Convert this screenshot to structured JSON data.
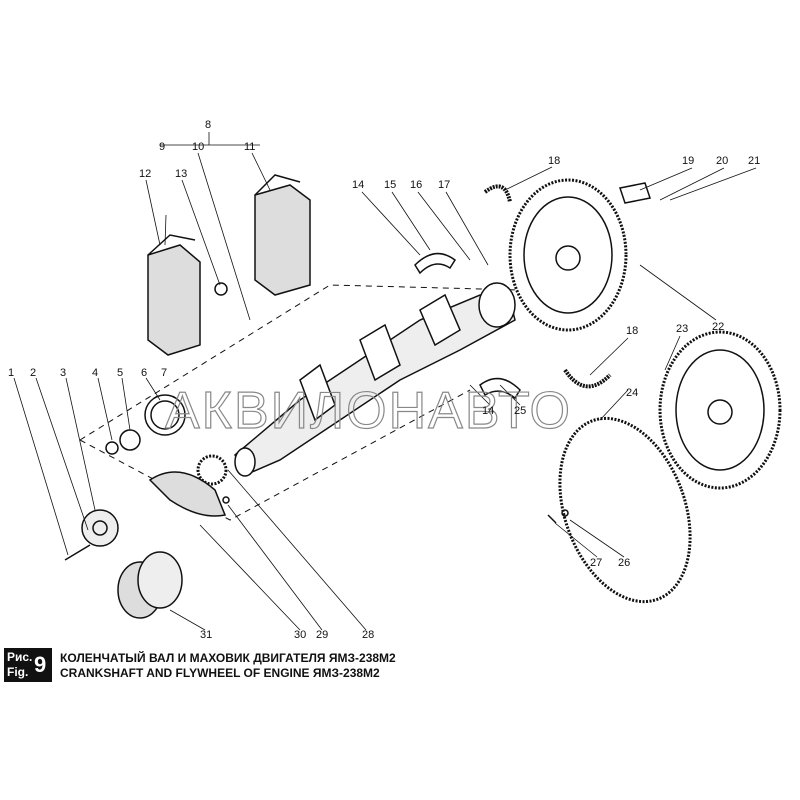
{
  "diagram": {
    "watermark": "АКВИЛОНАВТО",
    "callouts": [
      "1",
      "2",
      "3",
      "4",
      "5",
      "6",
      "7",
      "8",
      "9",
      "10",
      "11",
      "12",
      "13",
      "14",
      "15",
      "16",
      "17",
      "18",
      "19",
      "20",
      "21",
      "22",
      "23",
      "18",
      "24",
      "14",
      "25",
      "26",
      "27",
      "28",
      "29",
      "30",
      "31"
    ]
  },
  "caption": {
    "fig_ru": "Рис.",
    "fig_en": "Fig.",
    "fig_number": "9",
    "title_ru": "КОЛЕНЧАТЫЙ ВАЛ И МАХОВИК ДВИГАТЕЛЯ ЯМЗ-238М2",
    "title_en": "CRANKSHAFT AND FLYWHEEL OF ENGINE ЯМЗ-238М2"
  }
}
